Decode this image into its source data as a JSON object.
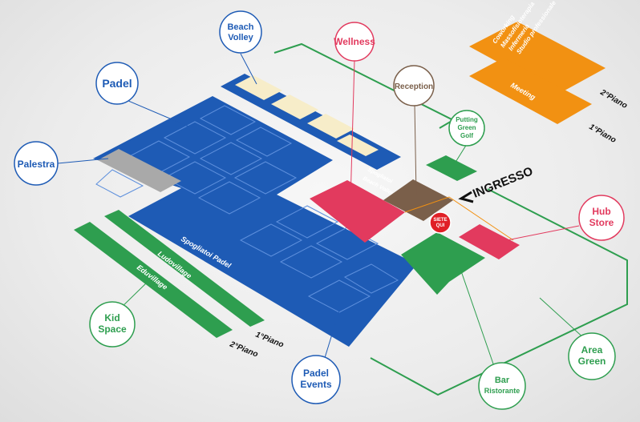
{
  "colors": {
    "blue": "#1e5bb5",
    "green": "#2e9e4f",
    "pink": "#e23a5e",
    "orange": "#f29112",
    "brown": "#7a5f4a",
    "sand": "#f7edc9",
    "red": "#e01f26"
  },
  "labels": {
    "beach_volley": [
      "Beach",
      "Volley"
    ],
    "wellness": "Wellness",
    "padel": "Padel",
    "palestra": "Palestra",
    "reception": "Reception",
    "putting_green": [
      "Putting",
      "Green",
      "Golf"
    ],
    "hub_store": [
      "Hub",
      "Store"
    ],
    "kid_space": [
      "Kid",
      "Space"
    ],
    "padel_events": [
      "Padel",
      "Events"
    ],
    "bar": [
      "Bar",
      "Ristorante"
    ],
    "area_green": [
      "Area",
      "Green"
    ]
  },
  "map_text": {
    "coworking": [
      "Coworking",
      "Massofisioterapia",
      "Infermeria",
      "Studio professionale"
    ],
    "meeting": "Meeting",
    "floor_2": "2°Piano",
    "floor_1": "1°Piano",
    "ingresso": "INGRESSO",
    "siete_qui": [
      "SIETE",
      "QUI"
    ],
    "spogliatoi_beach": [
      "Spogliatoi",
      "Beach Volley"
    ],
    "spogliatoi_padel": "Spogliatoi Padel",
    "ludovillage": "Ludovillage",
    "eduvillage": "Eduvillage",
    "floor_1_kids": "1°Piano",
    "floor_2_kids": "2°Piano"
  }
}
